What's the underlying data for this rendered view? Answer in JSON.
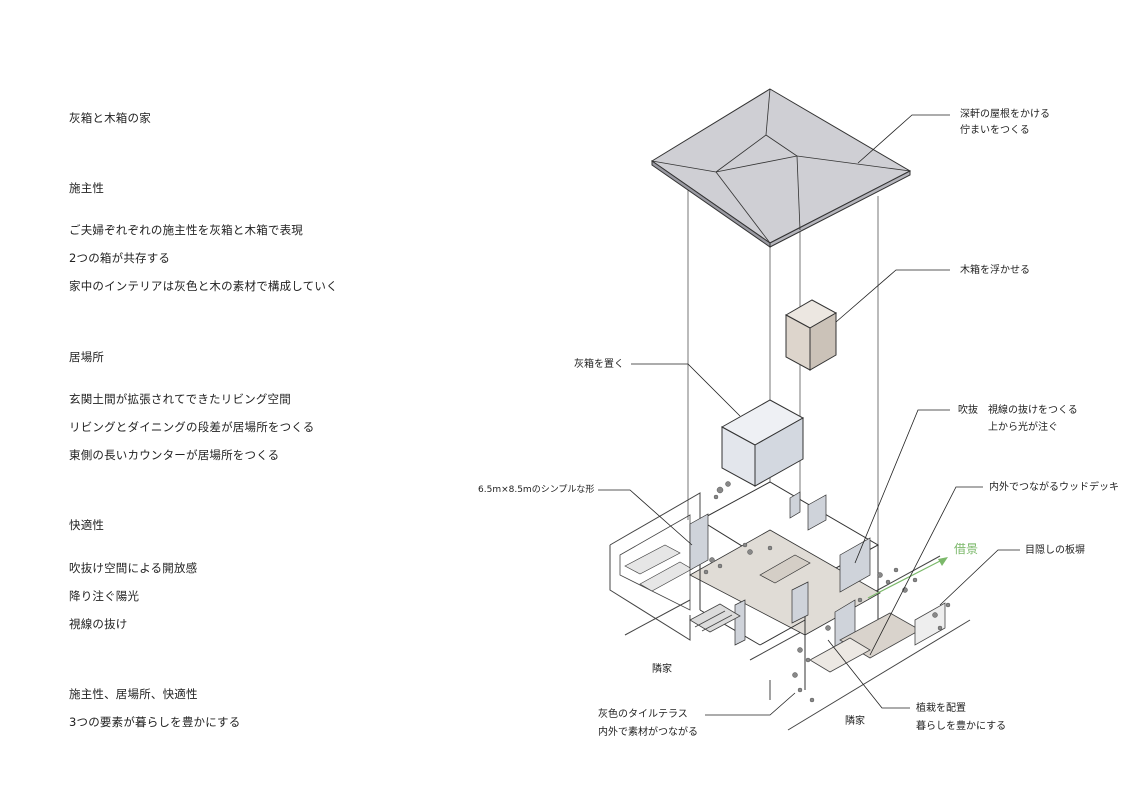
{
  "left_panel": {
    "title": "灰箱と木箱の家",
    "sections": [
      {
        "heading": "施主性",
        "lines": [
          "ご夫婦ぞれぞれの施主性を灰箱と木箱で表現",
          "2つの箱が共存する",
          "家中のインテリアは灰色と木の素材で構成していく"
        ]
      },
      {
        "heading": "居場所",
        "lines": [
          "玄関土間が拡張されてできたリビング空間",
          "リビングとダイニングの段差が居場所をつくる",
          "東側の長いカウンターが居場所をつくる"
        ]
      },
      {
        "heading": "快適性",
        "lines": [
          "吹抜け空間による開放感",
          "降り注ぐ陽光",
          "視線の抜け"
        ]
      },
      {
        "heading": "施主性、居場所、快適性",
        "lines": [
          "3つの要素が暮らしを豊かにする"
        ]
      }
    ]
  },
  "diagram": {
    "labels": {
      "roof": [
        "深軒の屋根をかける",
        "佇まいをつくる"
      ],
      "wood_box": "木箱を浮かせる",
      "gray_box": "灰箱を置く",
      "void": [
        "吹抜　視線の抜けをつくる",
        "上から光が注ぐ"
      ],
      "shape": "6.5m×8.5mのシンプルな形",
      "deck": "内外でつながるウッドデッキ",
      "borrowed": "借景",
      "fence": "目隠しの板塀",
      "neighbor_left": "隣家",
      "neighbor_right": "隣家",
      "terrace": [
        "灰色のタイルテラス",
        "内外で素材がつながる"
      ],
      "planting": [
        "植栽を配置",
        "暮らしを豊かにする"
      ]
    },
    "colors": {
      "roof_fill": "#cfcfd4",
      "gray_box": "#e3e6ec",
      "wood_box": "#ddd5cc",
      "floor": "#e0dcd6",
      "borrowed_arrow": "#7bb86a"
    }
  }
}
